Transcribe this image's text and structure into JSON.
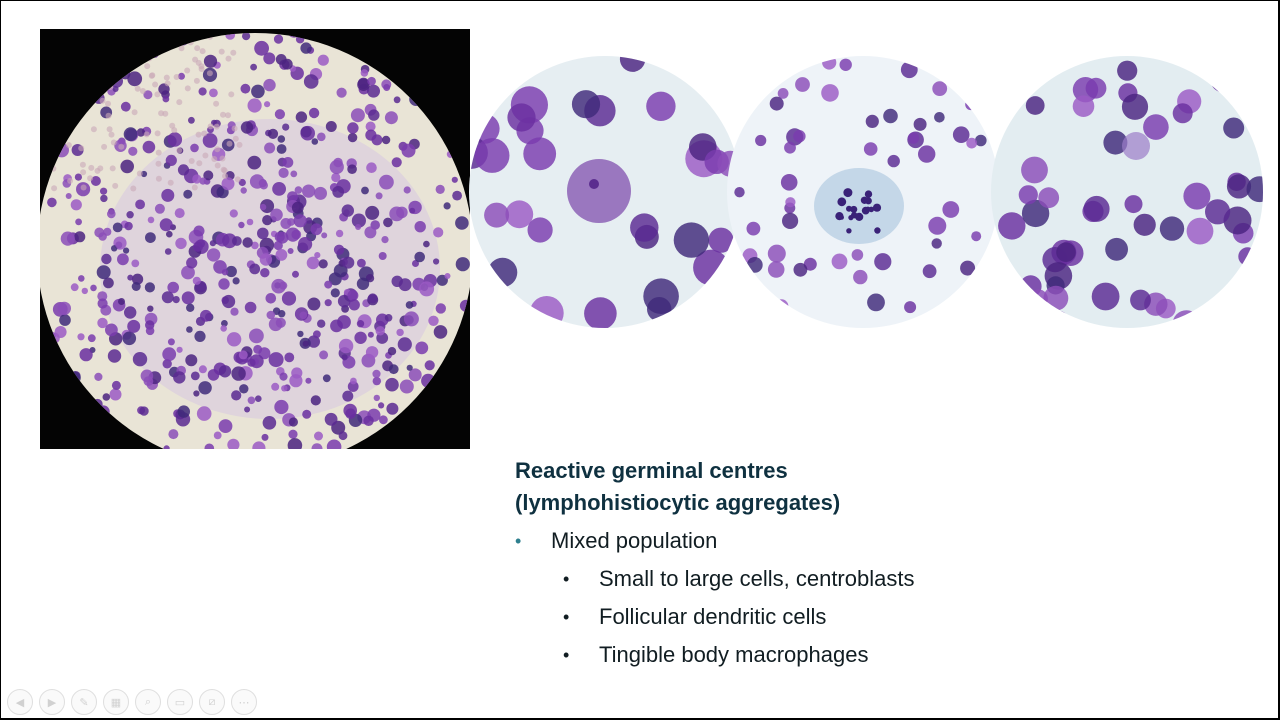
{
  "slide": {
    "title_line1": "Reactive germinal centres",
    "title_line2": "(lymphohistiocytic aggregates)",
    "bullets": [
      {
        "text": "Mixed population",
        "sub": [
          "Small to large cells, centroblasts",
          "Follicular dendritic cells",
          "Tingible body macrophages"
        ]
      }
    ]
  },
  "images": {
    "square": {
      "icon": "microscopy-overview-image"
    },
    "circle1": {
      "icon": "microscopy-centroblast-image"
    },
    "circle2": {
      "icon": "microscopy-tingible-body-macrophage-image"
    },
    "circle3": {
      "icon": "microscopy-follicular-dendritic-cell-image"
    }
  },
  "toolbar": {
    "items": [
      {
        "icon": "previous-slide-icon",
        "glyph": "◀"
      },
      {
        "icon": "next-slide-icon",
        "glyph": "▶"
      },
      {
        "icon": "pen-icon",
        "glyph": "✎"
      },
      {
        "icon": "see-all-slides-icon",
        "glyph": "▦"
      },
      {
        "icon": "zoom-icon",
        "glyph": "⌕"
      },
      {
        "icon": "subtitles-icon",
        "glyph": "▭"
      },
      {
        "icon": "camera-off-icon",
        "glyph": "⧄"
      },
      {
        "icon": "more-options-icon",
        "glyph": "⋯"
      }
    ]
  },
  "colors": {
    "title": "#0f3140",
    "bullet_accent": "#2e7f8e",
    "stain_purple": "#6a2fa0",
    "stain_light": "#9b5ac4"
  }
}
